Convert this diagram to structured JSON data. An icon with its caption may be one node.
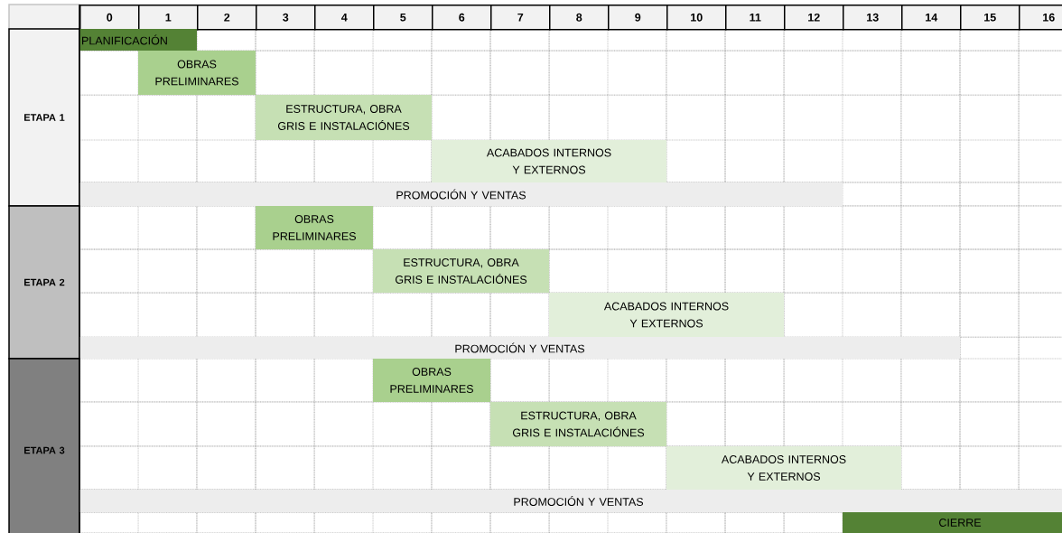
{
  "diagram": {
    "nodes": [
      {
        "text": [
          "ETAPA 1"
        ]
      },
      {
        "text": [
          "PLANIFICACIÓN"
        ]
      },
      {
        "text": [
          "OBRAS PRELIMINARES"
        ]
      },
      {
        "text": [
          "ESTRUCTURA, OBRA GRIS E INSTALACIÓNES"
        ]
      },
      {
        "text": [
          "ACABADOS INTERNOS Y EXTERNOS"
        ]
      },
      {
        "text": [
          "PROMOCIÓN Y VENTAS"
        ]
      },
      {
        "text": [
          "ETAPA 2"
        ]
      },
      {
        "text": [
          "OBRAS PRELIMINARES"
        ]
      },
      {
        "text": [
          "ESTRUCTURA, OBRA GRIS E INSTALACIÓNES"
        ]
      },
      {
        "text": [
          "ACABADOS INTERNOS Y EXTERNOS"
        ]
      },
      {
        "text": [
          "PROMOCIÓN Y VENTAS"
        ]
      },
      {
        "text": [
          "ETAPA 3"
        ]
      },
      {
        "text": [
          "OBRAS PRELIMINARES"
        ]
      },
      {
        "text": [
          "ESTRUCTURA, OBRA GRIS E INSTALACIÓNES"
        ]
      },
      {
        "text": [
          "ACABADOS INTERNOS Y EXTERNOS"
        ]
      },
      {
        "text": [
          "PROMOCIÓN Y VENTAS"
        ]
      },
      {
        "text": [
          "CIERRE"
        ]
      }
    ],
    "labels": [
      "0",
      "1",
      "2",
      "3",
      "4",
      "5",
      "6",
      "7",
      "8",
      "9",
      "10",
      "11",
      "12",
      "13",
      "14",
      "15",
      "16"
    ]
  }
}
